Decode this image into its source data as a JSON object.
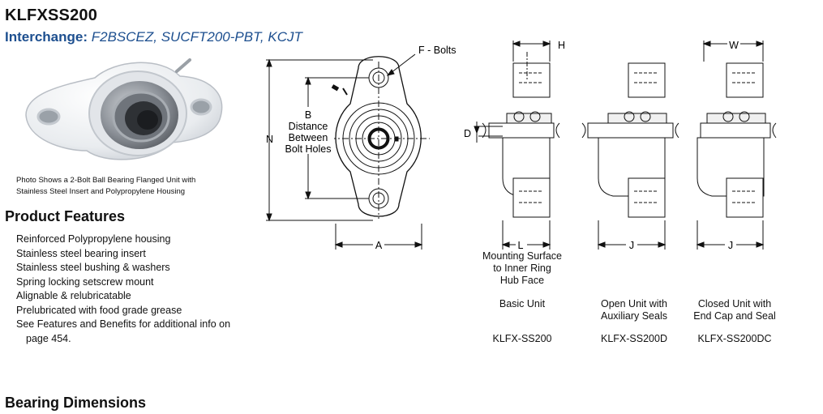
{
  "header": {
    "title": "KLFXSS200",
    "interchange_label": "Interchange:",
    "interchange_value": " F2BSCEZ, SUCFT200-PBT, KCJT"
  },
  "photo": {
    "caption_line1": "Photo Shows a 2-Bolt Ball Bearing Flanged Unit with",
    "caption_line2": "Stainless Steel Insert and Polypropylene Housing"
  },
  "features": {
    "title": "Product Features",
    "items": [
      "Reinforced Polypropylene housing",
      "Stainless steel bearing insert",
      "Stainless steel bushing & washers",
      "Spring locking setscrew mount",
      "Alignable & relubricatable",
      "Prelubricated with food grade grease",
      "See Features and Benefits for additional info on"
    ],
    "item_cont": "page 454."
  },
  "drawing": {
    "f_bolts": "F - Bolts",
    "b": "B",
    "distance": "Distance",
    "between": "Between",
    "bolt_holes": "Bolt Holes",
    "n": "N",
    "a": "A",
    "h": "H",
    "w": "W",
    "d": "D",
    "l": "L",
    "j1": "J",
    "j2": "J"
  },
  "units": {
    "mounting_1": "Mounting Surface",
    "mounting_2": "to Inner Ring",
    "mounting_3": "Hub Face",
    "basic_title": "Basic Unit",
    "basic_code": "KLFX-SS200",
    "open_title_1": "Open Unit with",
    "open_title_2": "Auxiliary Seals",
    "open_code": "KLFX-SS200D",
    "closed_title_1": "Closed Unit with",
    "closed_title_2": "End Cap and Seal",
    "closed_code": "KLFX-SS200DC"
  },
  "dimensions": {
    "title": "Bearing Dimensions"
  }
}
